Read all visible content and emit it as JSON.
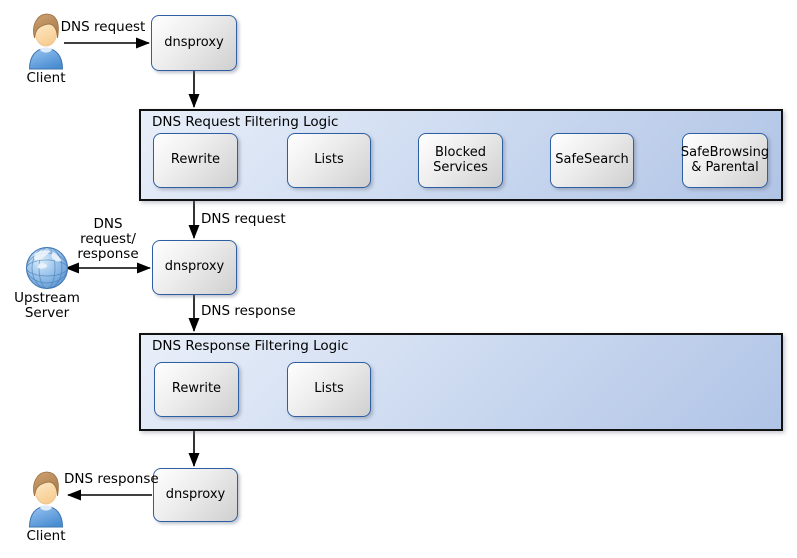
{
  "actors": {
    "client_top": {
      "label": "Client",
      "icon": "person-icon"
    },
    "upstream_server": {
      "label": "Upstream Server",
      "icon": "globe-icon"
    },
    "client_bottom": {
      "label": "Client",
      "icon": "person-icon"
    }
  },
  "proxies": {
    "top": "dnsproxy",
    "middle": "dnsproxy",
    "bottom": "dnsproxy"
  },
  "filter_containers": {
    "request": {
      "title": "DNS Request Filtering Logic",
      "steps": [
        "Rewrite",
        "Lists",
        "Blocked Services",
        "SafeSearch",
        "SafeBrowsing & Parental"
      ]
    },
    "response": {
      "title": "DNS Response Filtering Logic",
      "steps": [
        "Rewrite",
        "Lists"
      ]
    }
  },
  "edge_labels": {
    "client_to_proxy": "DNS request",
    "proxy_to_request_filter": "DNS request",
    "upstream_exchange": "DNS request/ response",
    "proxy_to_response_filter": "DNS response",
    "proxy_to_client": "DNS response"
  },
  "colors": {
    "container_border": "#111111",
    "container_fill_light": "#e9eff9",
    "container_fill_dark": "#b0c4e6",
    "node_border": "#2e5fa3",
    "node_fill_light": "#ffffff",
    "node_fill_dark": "#cfcfcf",
    "arrow": "#000000"
  }
}
